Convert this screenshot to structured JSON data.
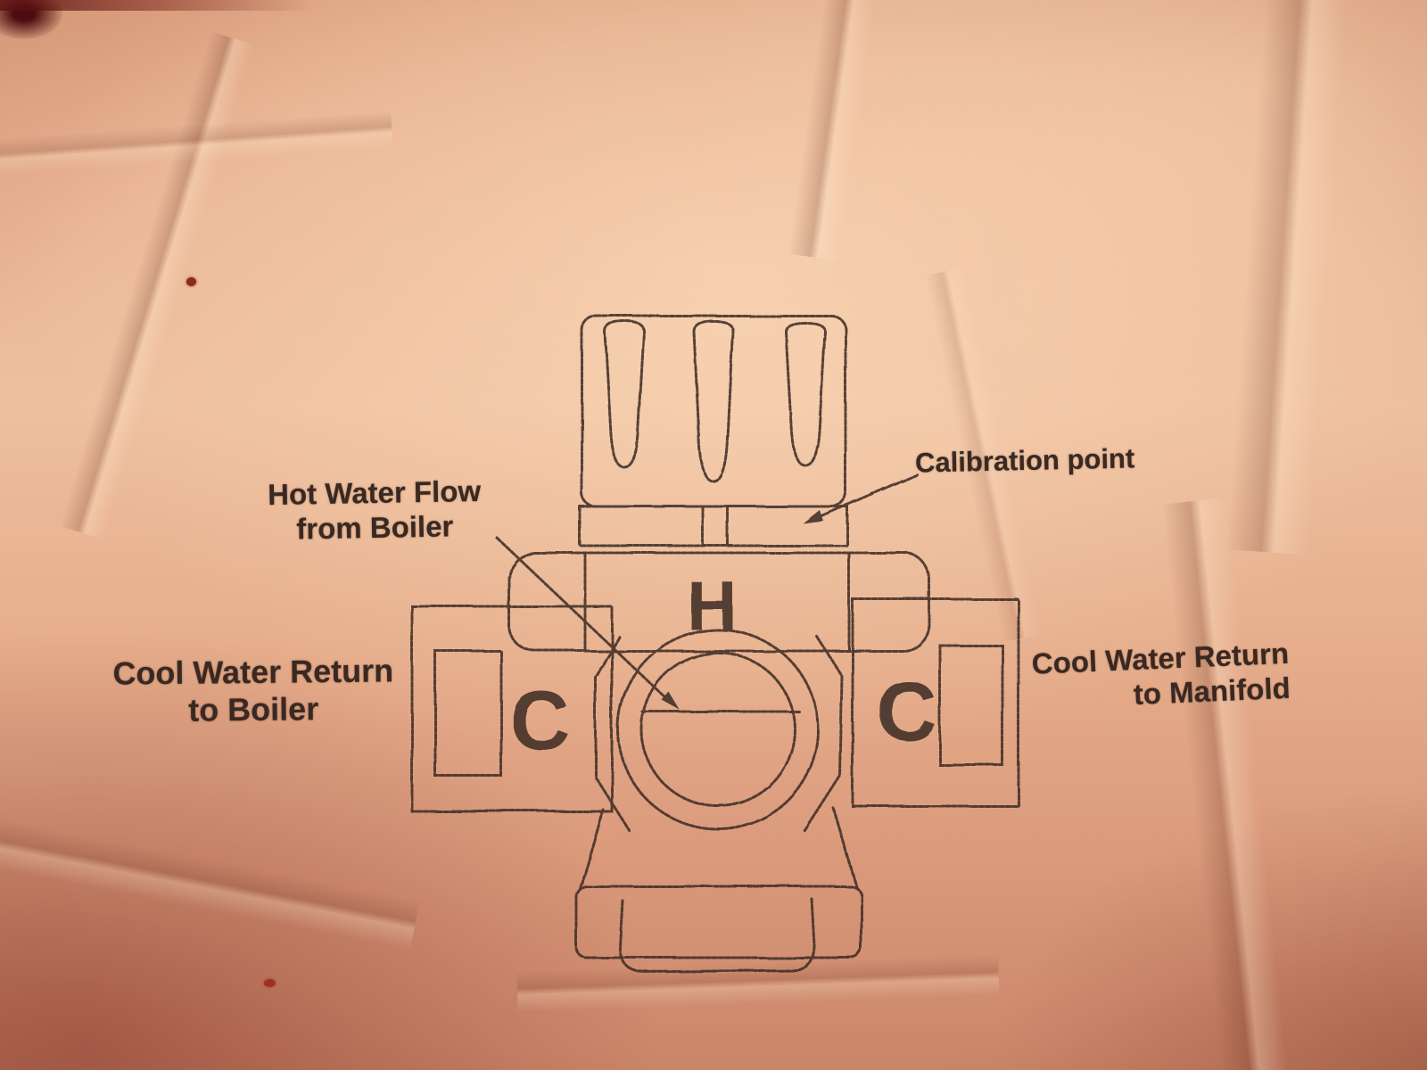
{
  "diagram": {
    "labels": {
      "hot_water": {
        "line1": "Hot Water Flow",
        "line2": "from Boiler"
      },
      "calibration": "Calibration point",
      "cool_left": {
        "line1": "Cool Water Return",
        "line2": "to Boiler"
      },
      "cool_right": {
        "line1": "Cool Water Return",
        "line2": "to Manifold"
      },
      "port_hot": "H",
      "port_cold_left": "C",
      "port_cold_right": "C"
    },
    "colors": {
      "paper_light": "#eebf9e",
      "paper_dark": "#ca8569",
      "ink": "#3f2d25",
      "mark_red": "#8a2a1a"
    }
  }
}
